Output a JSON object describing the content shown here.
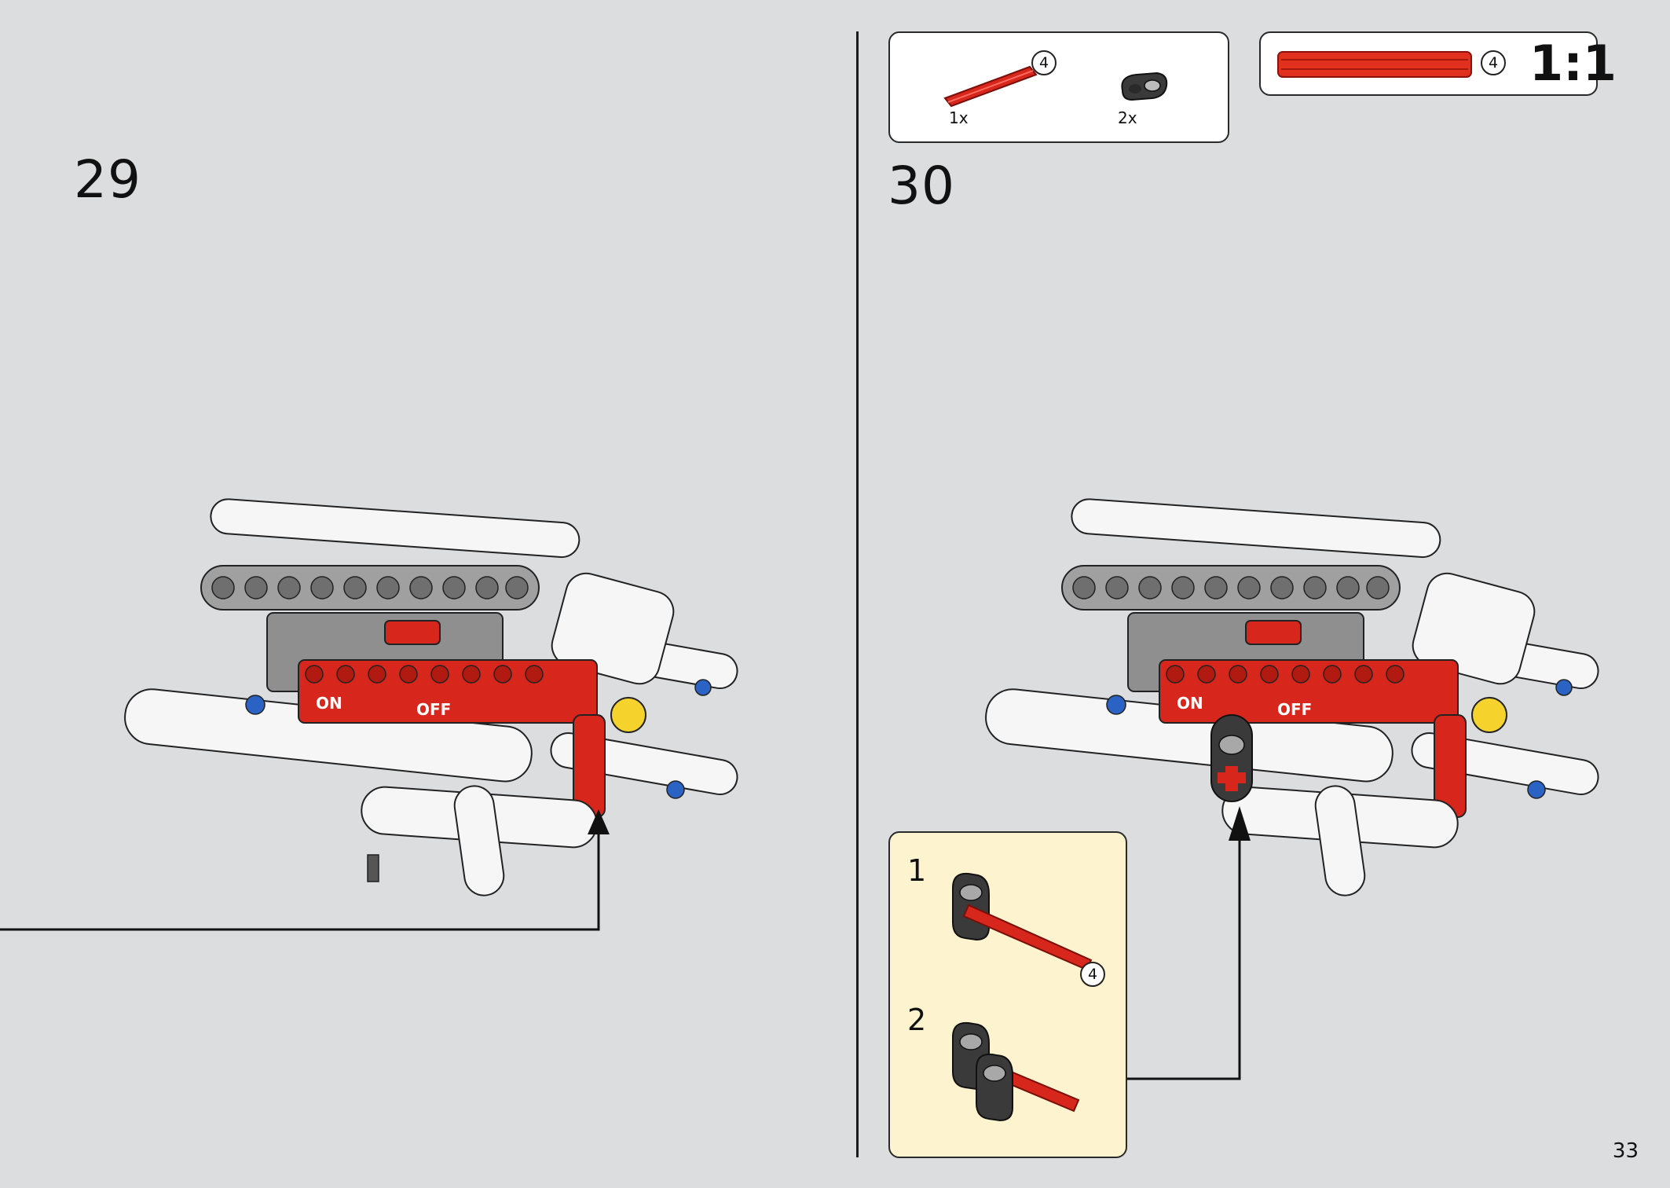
{
  "steps": {
    "left": "29",
    "right": "30"
  },
  "parts_box": {
    "axle_length": "4",
    "axle_qty": "1x",
    "connector_qty": "2x",
    "colors": {
      "axle": "#d7261c",
      "connector": "#3a3a3a"
    }
  },
  "scale_box": {
    "axle_length": "4",
    "label": "1:1"
  },
  "callout": {
    "sub_step_1": "1",
    "sub_step_2": "2",
    "axle_length": "4",
    "background": "#fdf3cf"
  },
  "model_labels": {
    "on": "ON",
    "off": "OFF"
  },
  "page_number": "33",
  "colors": {
    "page_bg": "#dcdddf",
    "red_beam": "#d7261c",
    "white_beam": "#f6f6f6",
    "grey_beam": "#9c9c9c",
    "yellow": "#f5d22c",
    "blue": "#2b63c4"
  }
}
